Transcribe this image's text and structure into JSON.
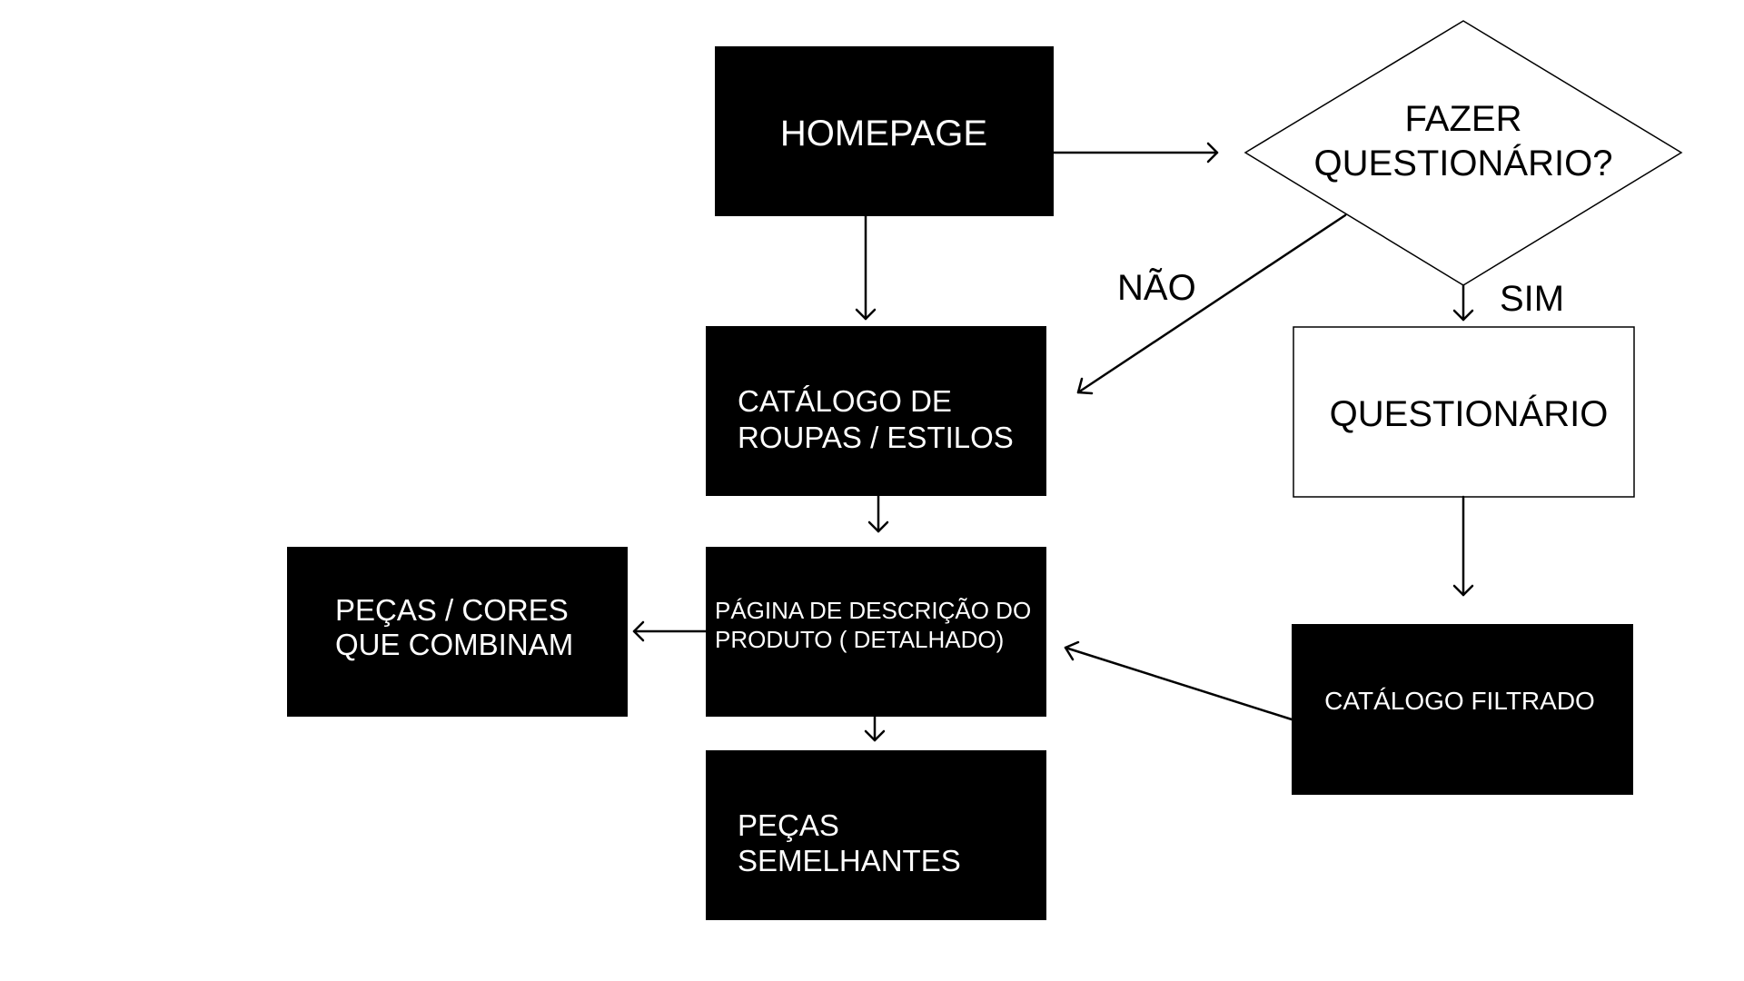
{
  "colors": {
    "box_dark": "#000000",
    "box_light": "#ffffff",
    "text_on_dark": "#ffffff",
    "text_on_light": "#000000",
    "line": "#000000"
  },
  "nodes": {
    "homepage": {
      "label": "HOMEPAGE"
    },
    "fazer_questionario": {
      "label_line1": "FAZER",
      "label_line2": "QUESTIONÁRIO?"
    },
    "catalogo_roupas": {
      "label_line1": "CATÁLOGO DE",
      "label_line2": "ROUPAS / ESTILOS"
    },
    "questionario": {
      "label": "QUESTIONÁRIO"
    },
    "pecas_cores": {
      "label_line1": "PEÇAS / CORES",
      "label_line2": "QUE COMBINAM"
    },
    "pagina_descricao": {
      "label_line1": "PÁGINA DE DESCRIÇÃO DO",
      "label_line2": "PRODUTO ( DETALHADO)"
    },
    "catalogo_filtrado": {
      "label": "CATÁLOGO FILTRADO"
    },
    "pecas_semelhantes": {
      "label_line1": "PEÇAS",
      "label_line2": "SEMELHANTES"
    }
  },
  "edge_labels": {
    "nao": "NÃO",
    "sim": "SIM"
  }
}
